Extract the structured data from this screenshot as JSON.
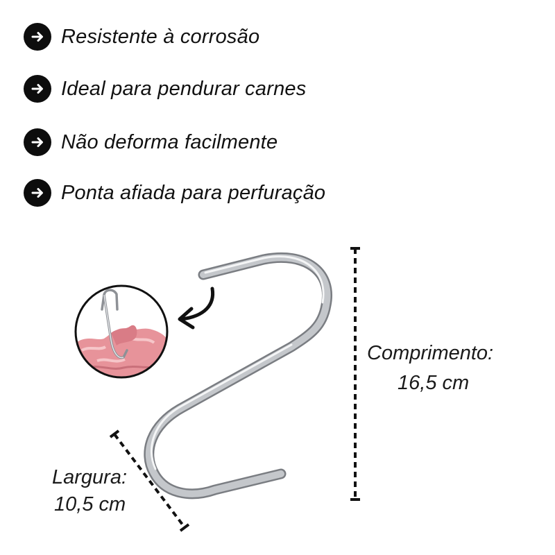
{
  "features": [
    {
      "icon": "arrow-right-icon",
      "text": "Resistente à corrosão"
    },
    {
      "icon": "arrow-right-icon",
      "text": "Ideal para pendurar carnes"
    },
    {
      "icon": "arrow-right-icon",
      "text": "Não deforma facilmente"
    },
    {
      "icon": "arrow-right-icon",
      "text": "Ponta afiada para perfuração"
    }
  ],
  "dimensions": {
    "length_label": "Comprimento:",
    "length_value": "16,5 cm",
    "width_label": "Largura:",
    "width_value": "10,5 cm"
  },
  "colors": {
    "bullet": "#0d0d0d",
    "text": "#111111",
    "steel": "#b9bcc0",
    "meat": "#e89aa0"
  }
}
